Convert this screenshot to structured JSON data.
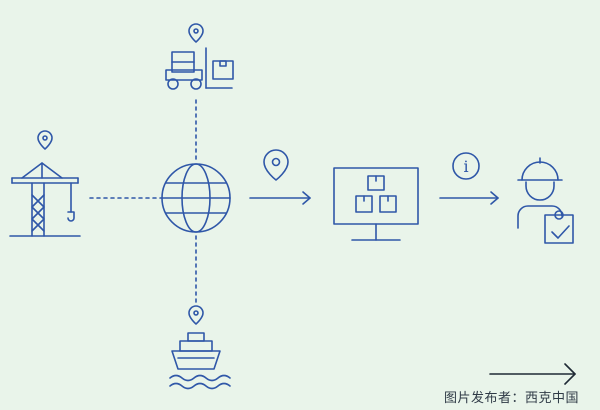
{
  "diagram": {
    "stroke_color": "#2f57a8",
    "arrow_color": "#1f2a35",
    "background": "#e9f4ea",
    "nodes": [
      {
        "name": "crane",
        "icon": "port-crane-icon"
      },
      {
        "name": "forklift",
        "icon": "forklift-icon"
      },
      {
        "name": "globe",
        "icon": "globe-icon"
      },
      {
        "name": "ship",
        "icon": "cargo-ship-icon"
      },
      {
        "name": "monitor",
        "icon": "monitor-boxes-icon"
      },
      {
        "name": "worker",
        "icon": "worker-clipboard-icon"
      }
    ],
    "info_symbol": "i"
  },
  "footer": {
    "credit": "图片发布者：西克中国"
  }
}
